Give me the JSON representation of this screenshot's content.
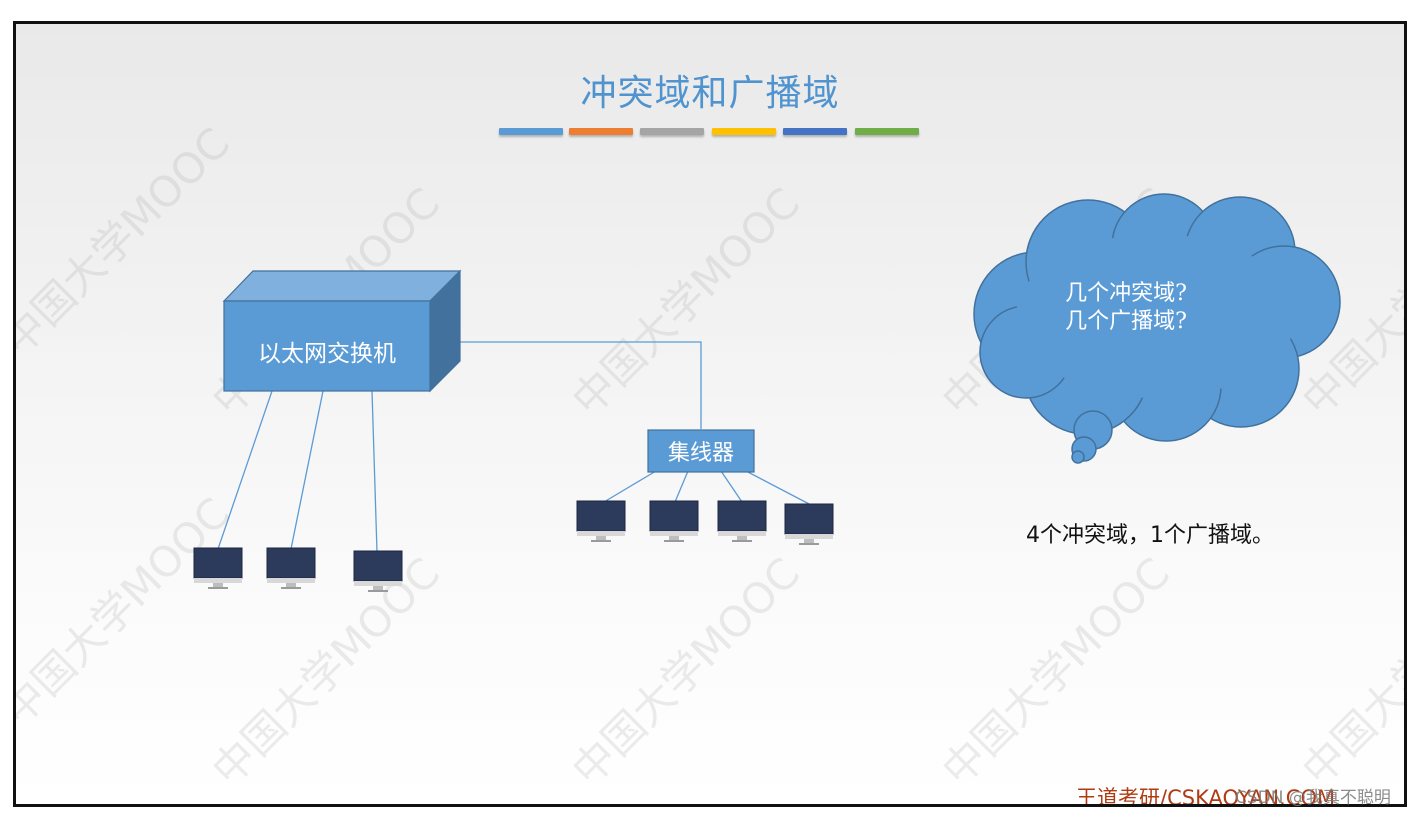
{
  "slide": {
    "title": "冲突域和广播域",
    "accent_bar_colors": [
      "#5b9bd5",
      "#ed7d31",
      "#a5a5a5",
      "#ffc000",
      "#4472c4",
      "#70ad47"
    ],
    "watermark_text": "中国大学MOOC",
    "switch_label": "以太网交换机",
    "hub_label": "集线器",
    "question_line1": "几个冲突域?",
    "question_line2": "几个广播域?",
    "answer": "4个冲突域，1个广播域。",
    "footer_brand": "王道考研/CSKAOYAN.COM",
    "csdn_watermark": "CSDN @我真不聪明",
    "colors": {
      "title": "#4f93cf",
      "device_fill": "#5b9bd5",
      "device_edge": "#41719c",
      "monitor_screen": "#2c3a5c",
      "footer": "#b03a12"
    }
  },
  "icons": {
    "computer": "monitor-icon",
    "thought": "thought-cloud"
  }
}
